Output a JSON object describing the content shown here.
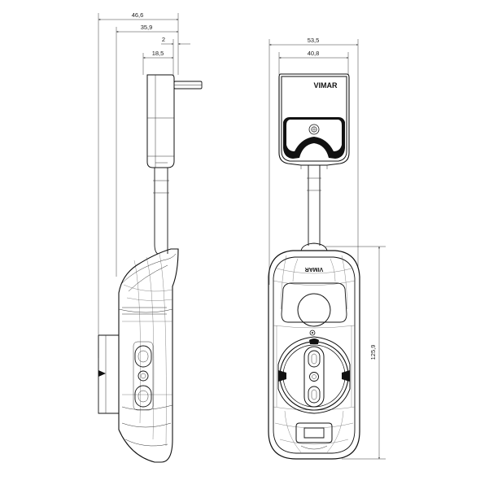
{
  "side_view": {
    "dims": {
      "overall_depth": "46,6",
      "body_depth": "35,9",
      "pin_offset": "2",
      "plug_depth": "18,5"
    }
  },
  "front_view": {
    "dims": {
      "overall_width": "53,5",
      "plug_width": "40,8",
      "height": "125,9"
    },
    "plug_logo": "VIMAR",
    "body_logo": "VIMAR"
  }
}
